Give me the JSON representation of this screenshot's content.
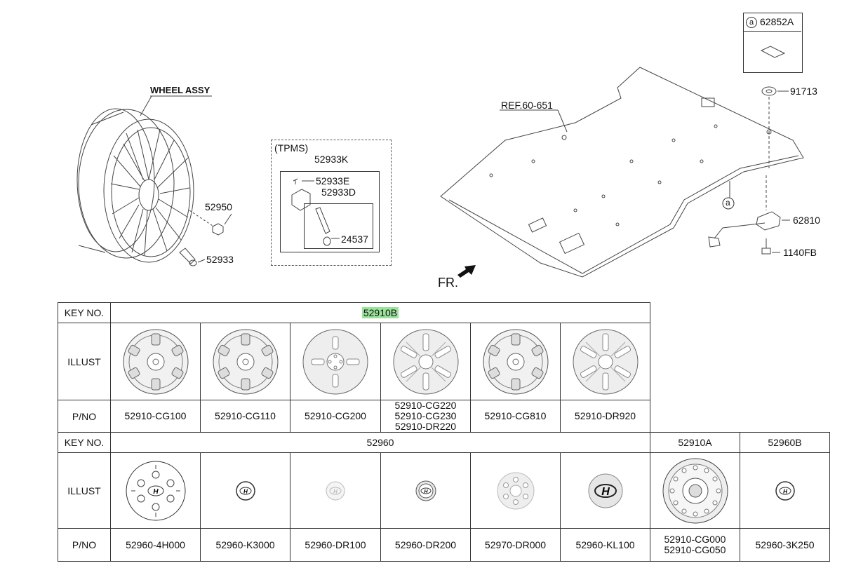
{
  "diagram": {
    "wheel_assy_label": "WHEEL ASSY",
    "part_52950": "52950",
    "part_52933": "52933",
    "tpms_label": "(TPMS)",
    "part_52933K": "52933K",
    "part_52933E": "52933E",
    "part_52933D": "52933D",
    "part_24537": "24537",
    "ref_label": "REF.60-651",
    "inset_marker": "a",
    "inset_part": "62852A",
    "part_91713": "91713",
    "callout_a": "a",
    "part_62810": "62810",
    "part_1140FB": "1140FB",
    "fr_label": "FR."
  },
  "table1": {
    "key_no_label": "KEY NO.",
    "key_value": "52910B",
    "illust_label": "ILLUST",
    "pno_label": "P/NO",
    "items": [
      {
        "icon": "wheel-cover-sport-icon",
        "pno": [
          "52910-CG100"
        ]
      },
      {
        "icon": "wheel-cover-sport-icon",
        "pno": [
          "52910-CG110"
        ]
      },
      {
        "icon": "wheel-cover-plain-icon",
        "pno": [
          "52910-CG200"
        ]
      },
      {
        "icon": "wheel-cover-spoke-icon",
        "pno": [
          "52910-CG220",
          "52910-CG230",
          "52910-DR220"
        ]
      },
      {
        "icon": "wheel-cover-sport-icon",
        "pno": [
          "52910-CG810"
        ]
      },
      {
        "icon": "wheel-cover-spoke-icon",
        "pno": [
          "52910-DR920"
        ]
      }
    ]
  },
  "table2": {
    "key_no_label": "KEY NO.",
    "illust_label": "ILLUST",
    "pno_label": "P/NO",
    "groups": [
      {
        "key": "52960"
      },
      {
        "key": "52910A"
      },
      {
        "key": "52960B"
      }
    ],
    "items": [
      {
        "icon": "hub-cap-center-icon",
        "pno": [
          "52960-4H000"
        ]
      },
      {
        "icon": "hubcap-logo-small-icon",
        "pno": [
          "52960-K3000"
        ]
      },
      {
        "icon": "hubcap-logo-faint-icon",
        "pno": [
          "52960-DR100"
        ]
      },
      {
        "icon": "hubcap-logo-ring-icon",
        "pno": [
          "52960-DR200"
        ]
      },
      {
        "icon": "hub-cap-bolt-icon",
        "pno": [
          "52970-DR000"
        ]
      },
      {
        "icon": "hubcap-logo-large-icon",
        "pno": [
          "52960-KL100"
        ]
      },
      {
        "icon": "steel-wheel-icon",
        "pno": [
          "52910-CG000",
          "52910-CG050"
        ]
      },
      {
        "icon": "hubcap-logo-small-icon",
        "pno": [
          "52960-3K250"
        ]
      }
    ]
  }
}
